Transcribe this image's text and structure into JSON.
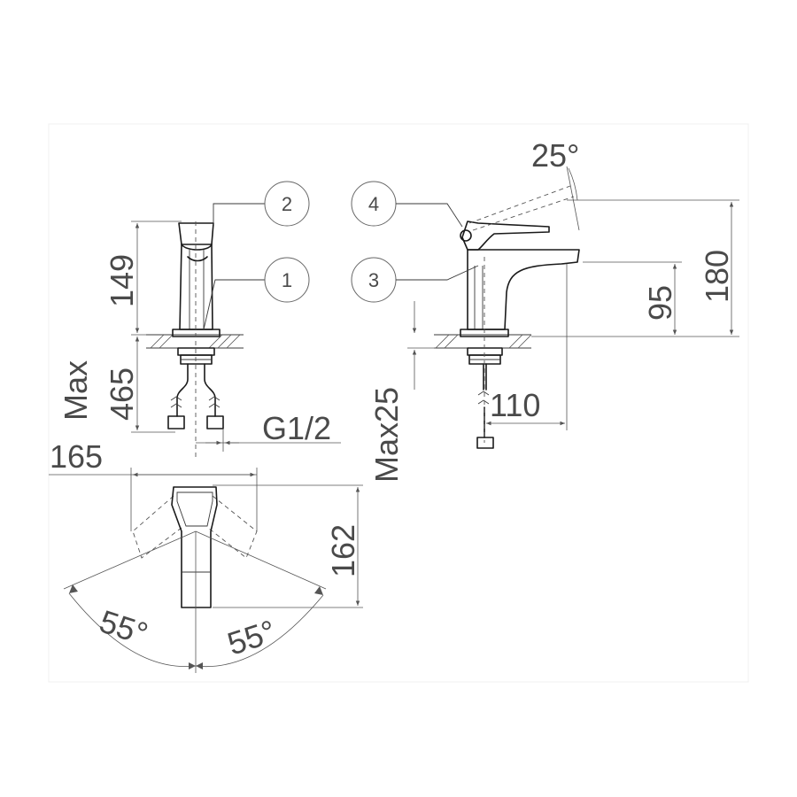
{
  "callouts": [
    "1",
    "2",
    "3",
    "4"
  ],
  "dimensions": {
    "height_side": "149",
    "max_label": "Max",
    "max_value": "465",
    "thread": "G1/2",
    "lever_angle": "25°",
    "total_height": "180",
    "spout_height": "95",
    "deck_max": "Max25",
    "reach": "110",
    "width": "165",
    "depth": "162",
    "swing_left": "55°",
    "swing_right": "55°"
  }
}
